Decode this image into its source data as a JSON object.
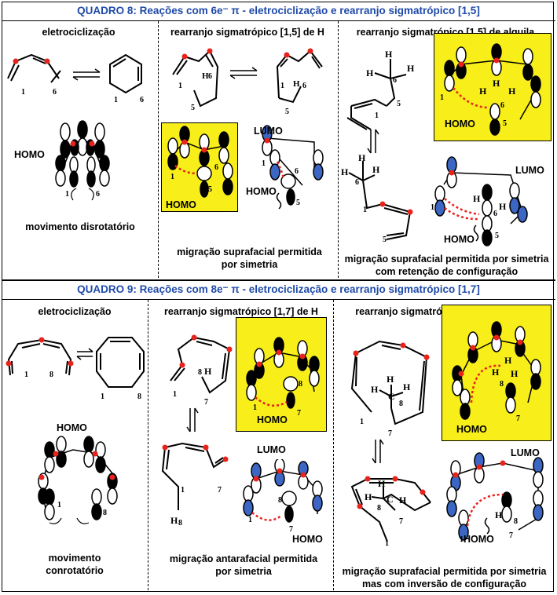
{
  "quadro8": {
    "title": "QUADRO 8: Reações com 6e⁻ π  - eletrociclização e rearranjo sigmatrópico [1,5]",
    "col1_header": "eletrociclização",
    "col2_header": "rearranjo sigmatrópico [1,5] de H",
    "col3_header": "rearranjo sigmatrópico [1,5] de alquila",
    "homo": "HOMO",
    "lumo": "LUMO",
    "caption_disrot": "movimento disrotatório",
    "caption_h": "migração suprafacial permitida por simetria",
    "caption_alk": "migração  suprafacial permitida por simetria com retenção de configuração"
  },
  "quadro9": {
    "title": "QUADRO 9: Reações com 8e⁻ π  - eletrociclização e rearranjo sigmatrópico [1,7]",
    "col1_header": "eletrociclização",
    "col2_header": "rearranjo sigmatrópico [1,7] de H",
    "col3_header": "rearranjo sigmatrópico [1,7] de alquila",
    "homo": "HOMO",
    "lumo": "LUMO",
    "caption_conrot": "movimento conrotatório",
    "caption_h": "migração antarafacial permitida por simetria",
    "caption_alk": "migração suprafacial permitida por simetria mas com inversão de configuração"
  },
  "atoms": {
    "n1": "1",
    "n5": "5",
    "n6": "6",
    "n7": "7",
    "n8": "8",
    "h": "H",
    "c": "C"
  },
  "colors": {
    "title_blue": "#1f4aa8",
    "highlight_yellow": "#f7ee1a",
    "lobe_blue": "#3b66c4",
    "dot_red": "#e8231b"
  }
}
